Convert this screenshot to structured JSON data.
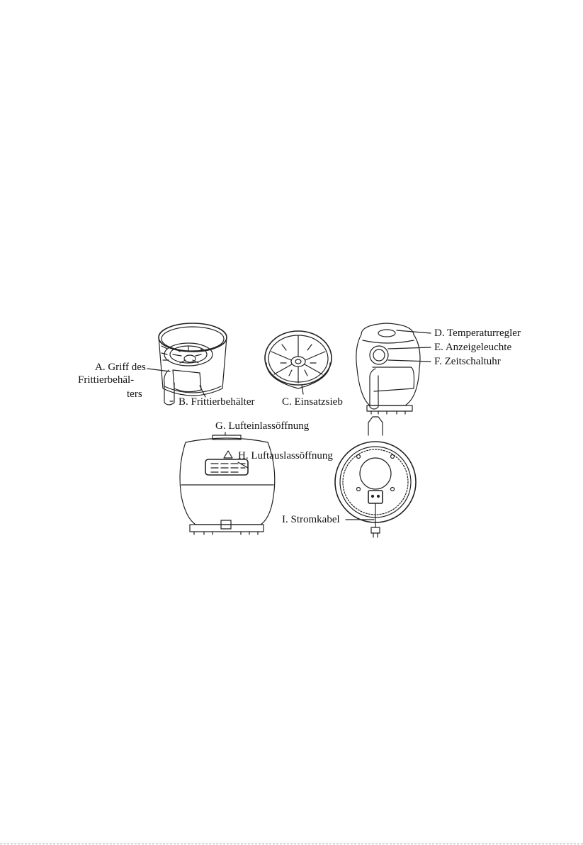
{
  "labels": {
    "a_line1": "A. Griff des",
    "a_line2": "Frittierbehäl-",
    "a_line3": "ters",
    "b": "B. Frittierbehälter",
    "c": "C. Einsatzsieb",
    "d": "D. Temperaturregler",
    "e": "E. Anzeigeleuchte",
    "f": "F. Zeitschaltuhr",
    "g": "G. Lufteinlassöffnung",
    "h": "H. Luftauslassöffnung",
    "i": "I. Stromkabel"
  }
}
